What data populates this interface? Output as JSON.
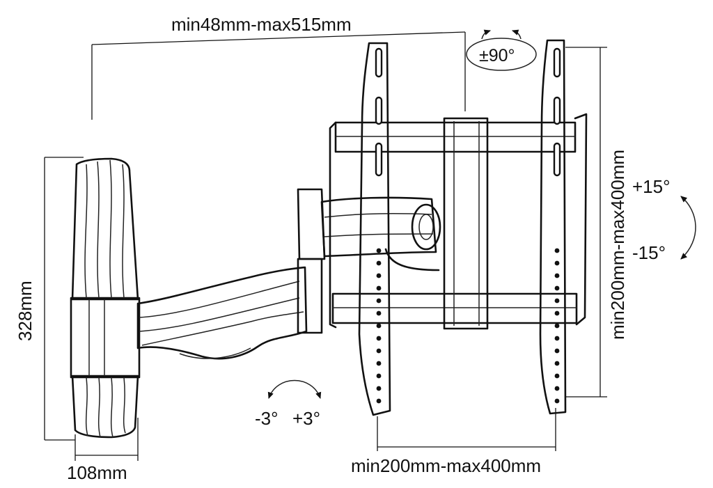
{
  "diagram": {
    "dimensions": {
      "extension": "min48mm-max515mm",
      "height": "328mm",
      "depth": "108mm",
      "horizontal_spacing": "min200mm-max400mm",
      "vertical_spacing": "min200mm-max400mm"
    },
    "rotations": {
      "swivel": "±90°",
      "tilt_up": "+15°",
      "tilt_down": "-15°",
      "level_minus": "-3°",
      "level_plus": "+3°"
    }
  }
}
